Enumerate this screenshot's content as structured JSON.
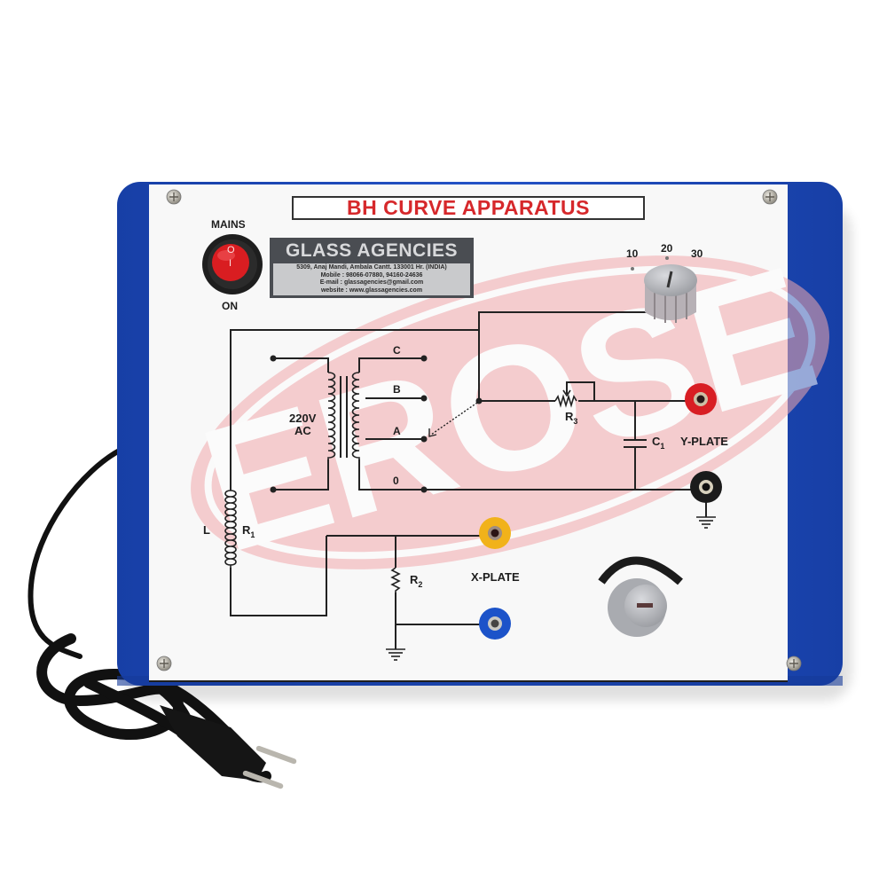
{
  "product": {
    "title": "BH CURVE APPARATUS",
    "watermark": "EROSE",
    "colors": {
      "frame_blue": "#1f48b8",
      "panel_white": "#f7f7f7",
      "title_red": "#d6282b",
      "watermark_pink": "#f2b8bb",
      "socket_red": "#d81e24",
      "socket_black": "#1b1b1b",
      "socket_yellow": "#f1b21a",
      "socket_blue": "#1c53c9",
      "knob_grey": "#b9bbbf"
    }
  },
  "brand_plate": {
    "name": "GLASS AGENCIES",
    "lines": [
      "5309, Anaj Mandi, Ambala Cantt. 133001 Hr. (INDIA)",
      "Mobile : 98066-07880, 94160-24636",
      "E-mail : glassagencies@gmail.com",
      "website : www.glassagencies.com"
    ]
  },
  "mains_switch": {
    "label_top": "MAINS",
    "label_bottom": "ON",
    "symbol_off": "O",
    "symbol_on": "I"
  },
  "range_knob": {
    "scale": [
      "10",
      "20",
      "30"
    ]
  },
  "circuit": {
    "transformer_label_1": "220V",
    "transformer_label_2": "AC",
    "taps": [
      "C",
      "B",
      "A",
      "0"
    ],
    "inductor_label": "L",
    "r1_label": "R",
    "r1_sub": "1",
    "r2_label": "R",
    "r2_sub": "2",
    "r3_label": "R",
    "r3_sub": "3",
    "c1_label": "C",
    "c1_sub": "1"
  },
  "outputs": {
    "y_plate": "Y-PLATE",
    "x_plate": "X-PLATE"
  }
}
